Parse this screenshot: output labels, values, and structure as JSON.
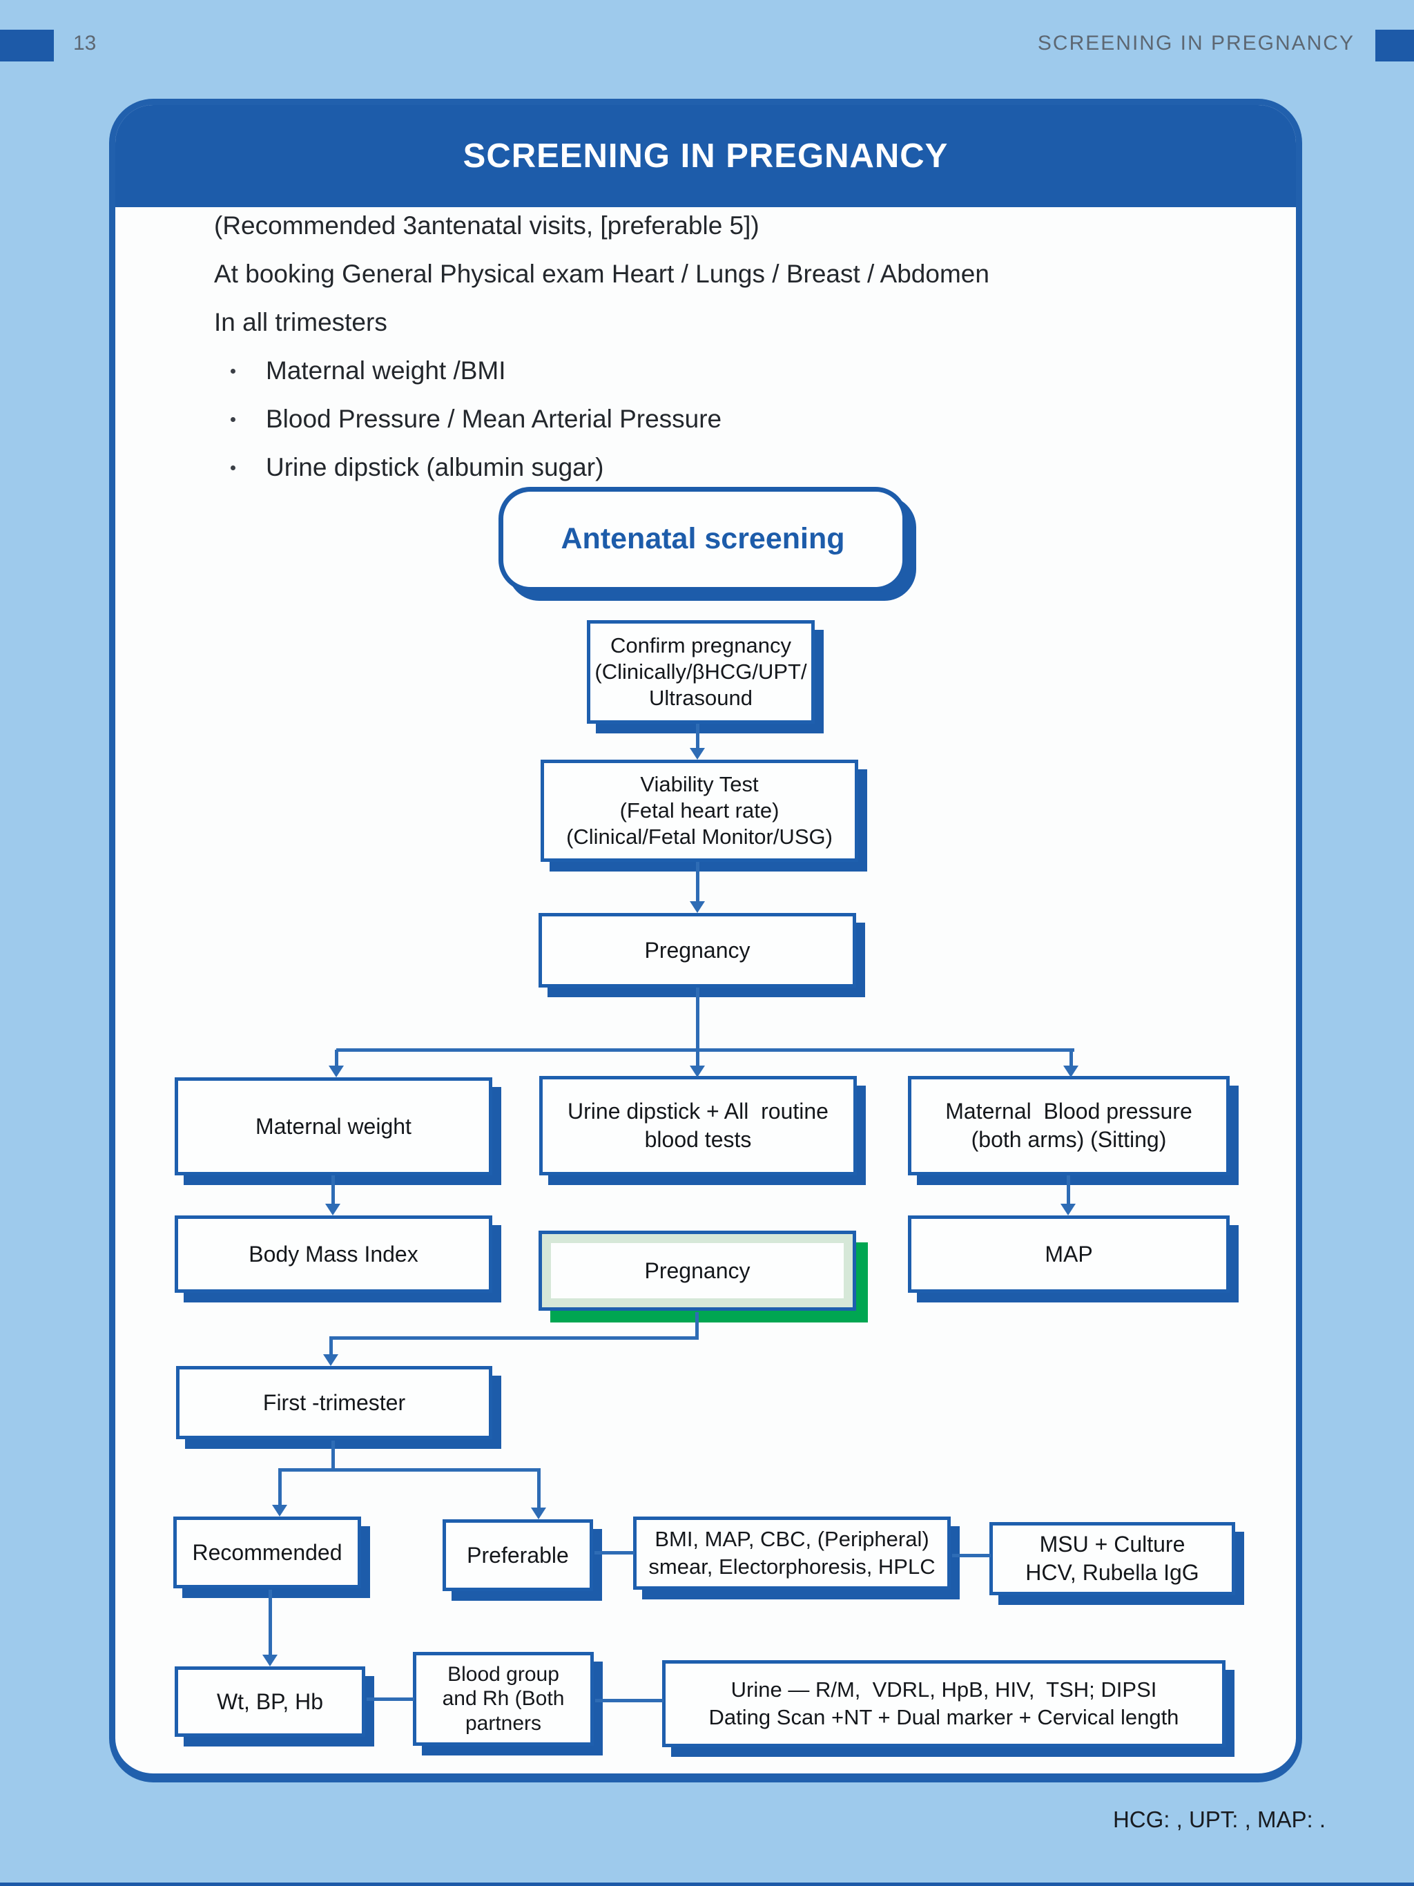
{
  "page": {
    "page_number": "13",
    "running_header": "SCREENING IN PREGNANCY",
    "footer_note": "HCG: , UPT: , MAP: ."
  },
  "card": {
    "title": "SCREENING IN PREGNANCY",
    "intro": [
      "(Recommended 3antenatal visits, [preferable 5])",
      "At booking General Physical exam Heart / Lungs / Breast / Abdomen",
      "In all trimesters"
    ],
    "bullets": [
      "Maternal weight /BMI",
      "Blood Pressure / Mean Arterial Pressure",
      "Urine dipstick (albumin sugar)"
    ]
  },
  "flow": {
    "antenatal": {
      "l1": "Antenatal screening"
    },
    "confirm": {
      "l1": "Confirm pregnancy",
      "l2": "(Clinically/βHCG/UPT/",
      "l3": "Ultrasound"
    },
    "viability": {
      "l1": "Viability Test",
      "l2": "(Fetal heart rate)",
      "l3": "(Clinical/Fetal Monitor/USG)"
    },
    "pregnancy1": {
      "l1": "Pregnancy"
    },
    "maternal_weight": {
      "l1": "Maternal weight"
    },
    "urine_dipstick": {
      "l1": "Urine dipstick + All  routine",
      "l2": "blood tests"
    },
    "maternal_bp": {
      "l1": "Maternal  Blood pressure",
      "l2": "(both arms) (Sitting)"
    },
    "bmi": {
      "l1": "Body Mass Index"
    },
    "pregnancy2": {
      "l1": "Pregnancy"
    },
    "map": {
      "l1": "MAP"
    },
    "first_trimester": {
      "l1": "First -trimester"
    },
    "recommended": {
      "l1": "Recommended"
    },
    "preferable": {
      "l1": "Preferable"
    },
    "bmi_map_cbc": {
      "l1": "BMI, MAP, CBC, (Peripheral)",
      "l2": "smear, Electorphoresis, HPLC"
    },
    "msu": {
      "l1": "MSU + Culture",
      "l2": "HCV, Rubella IgG"
    },
    "wt_bp_hb": {
      "l1": "Wt, BP, Hb"
    },
    "blood_group": {
      "l1": "Blood group",
      "l2": "and Rh (Both",
      "l3": "partners"
    },
    "urine_rm": {
      "l1": "Urine — R/M,  VDRL, HpB, HIV,  TSH; DIPSI",
      "l2": "Dating Scan +NT + Dual marker + Cervical length"
    }
  },
  "colors": {
    "page_background": "#9ECAEC",
    "navy_accent": "#1D5AA8",
    "card_header": "#1D5CAA",
    "box_border": "#1E5FAE",
    "connector": "#2E6CB5",
    "highlight_green": "#00A652",
    "highlight_green_light": "#D6E8D8",
    "header_text_gray": "#5D6772"
  }
}
